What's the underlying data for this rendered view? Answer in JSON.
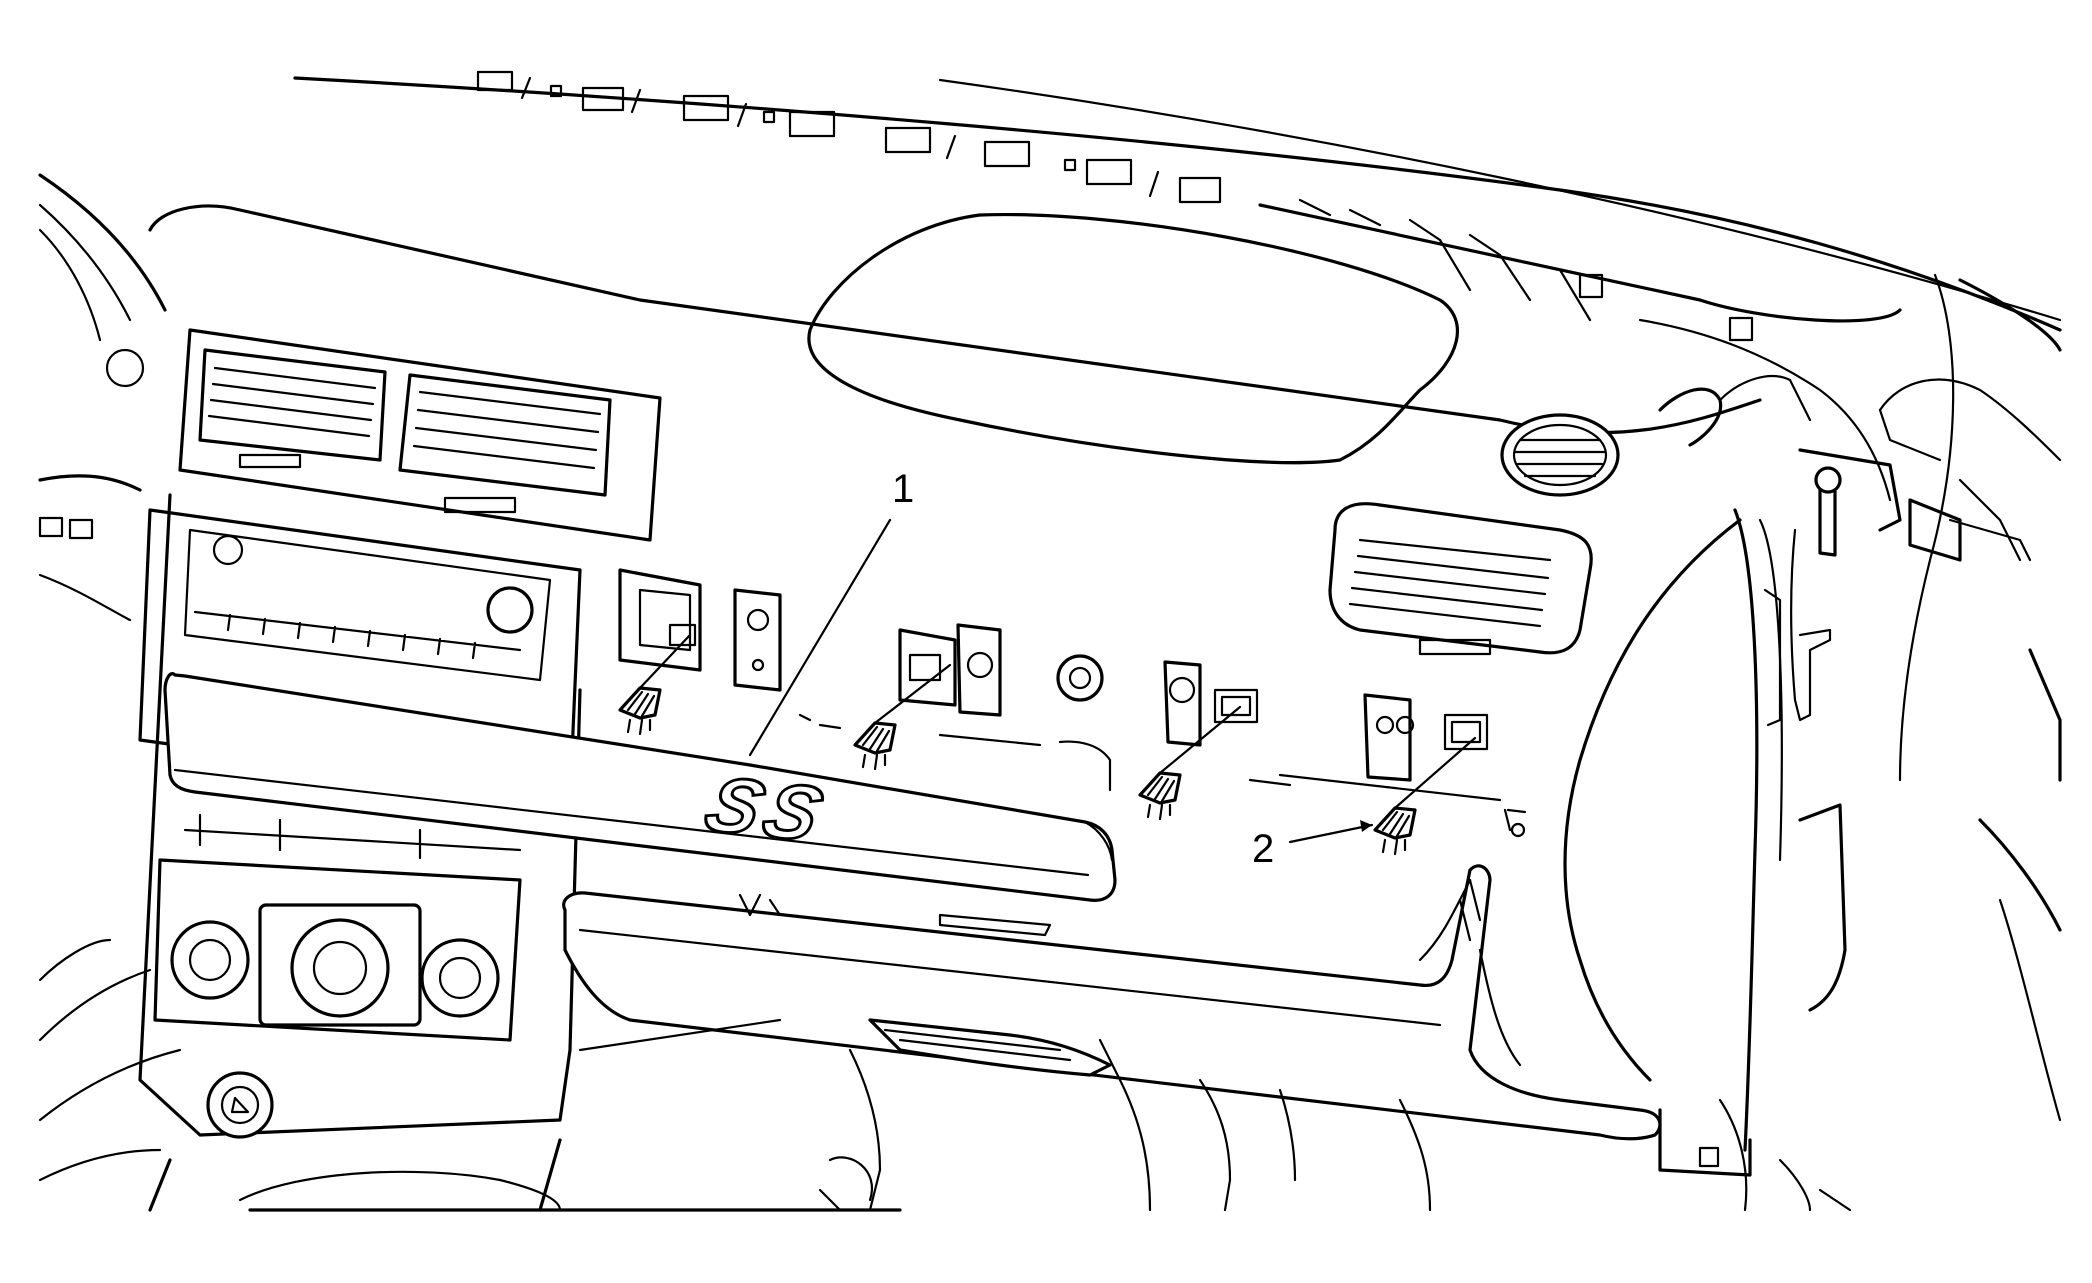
{
  "diagram": {
    "callouts": [
      {
        "id": "1",
        "label": "1"
      },
      {
        "id": "2",
        "label": "2"
      }
    ],
    "badge_text": "SS",
    "colors": {
      "line": "#000000",
      "background": "#ffffff"
    }
  }
}
